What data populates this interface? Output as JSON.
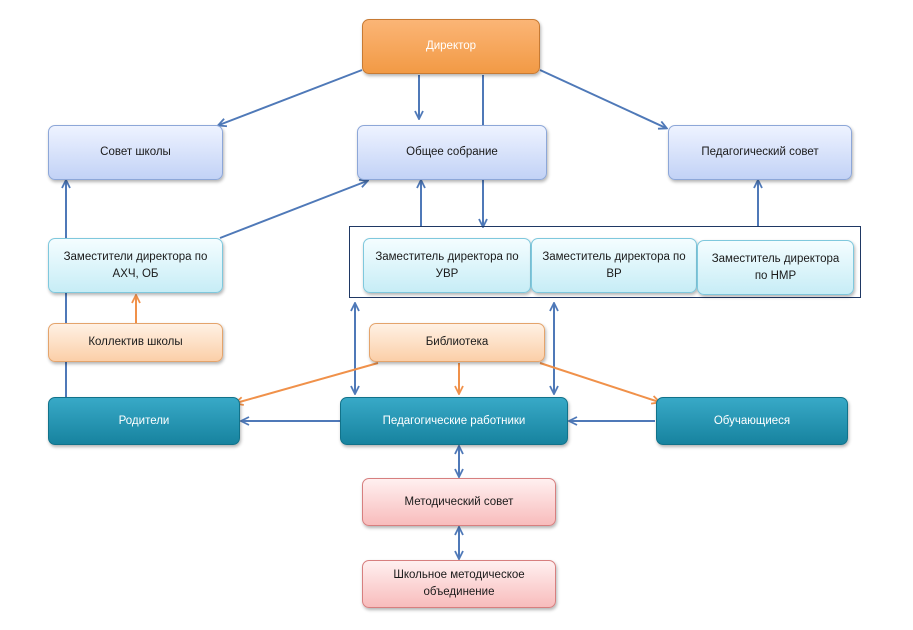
{
  "nodes": {
    "director": "Директор",
    "school_council": "Совет школы",
    "general_meeting": "Общее собрание",
    "pedagogical_council": "Педагогический совет",
    "deputy_ahch": "Заместители директора по АХЧ, ОБ",
    "deputy_uvr": "Заместитель директора по УВР",
    "deputy_vr": "Заместитель директора по ВР",
    "deputy_nmr": "Заместитель директора по НМР",
    "school_staff": "Коллектив школы",
    "library": "Библиотека",
    "parents": "Родители",
    "teachers": "Педагогические работники",
    "students": "Обучающиеся",
    "methodical_council": "Методический совет",
    "school_methodical_association": "Школьное методическое объединение"
  },
  "colors": {
    "blue_arrow": "#4f79b8",
    "orange_arrow": "#f0914a",
    "frame": "#1f3864"
  }
}
